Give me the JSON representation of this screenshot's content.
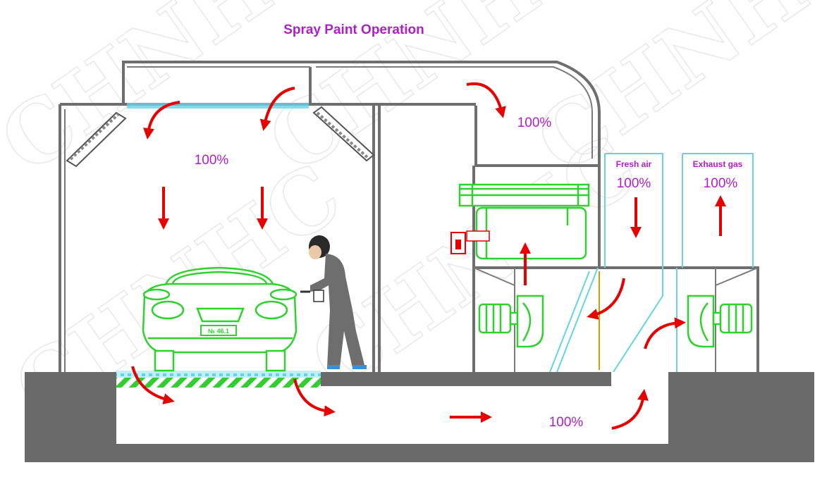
{
  "title": "Spray Paint Operation",
  "labels": {
    "booth_airflow": "100%",
    "duct_airflow": "100%",
    "fresh_air_title": "Fresh air",
    "fresh_air_pct": "100%",
    "exhaust_title": "Exhaust gas",
    "exhaust_pct": "100%",
    "pit_airflow": "100%"
  },
  "watermark": "CHNHC",
  "car_plate": "№ 46.1",
  "colors": {
    "label": "#b01ec8",
    "arrow": "#e60000",
    "equipment": "#2fd12f",
    "duct": "#63d4e6",
    "wall": "#6e6e6e",
    "floor": "#6a6a6a"
  }
}
